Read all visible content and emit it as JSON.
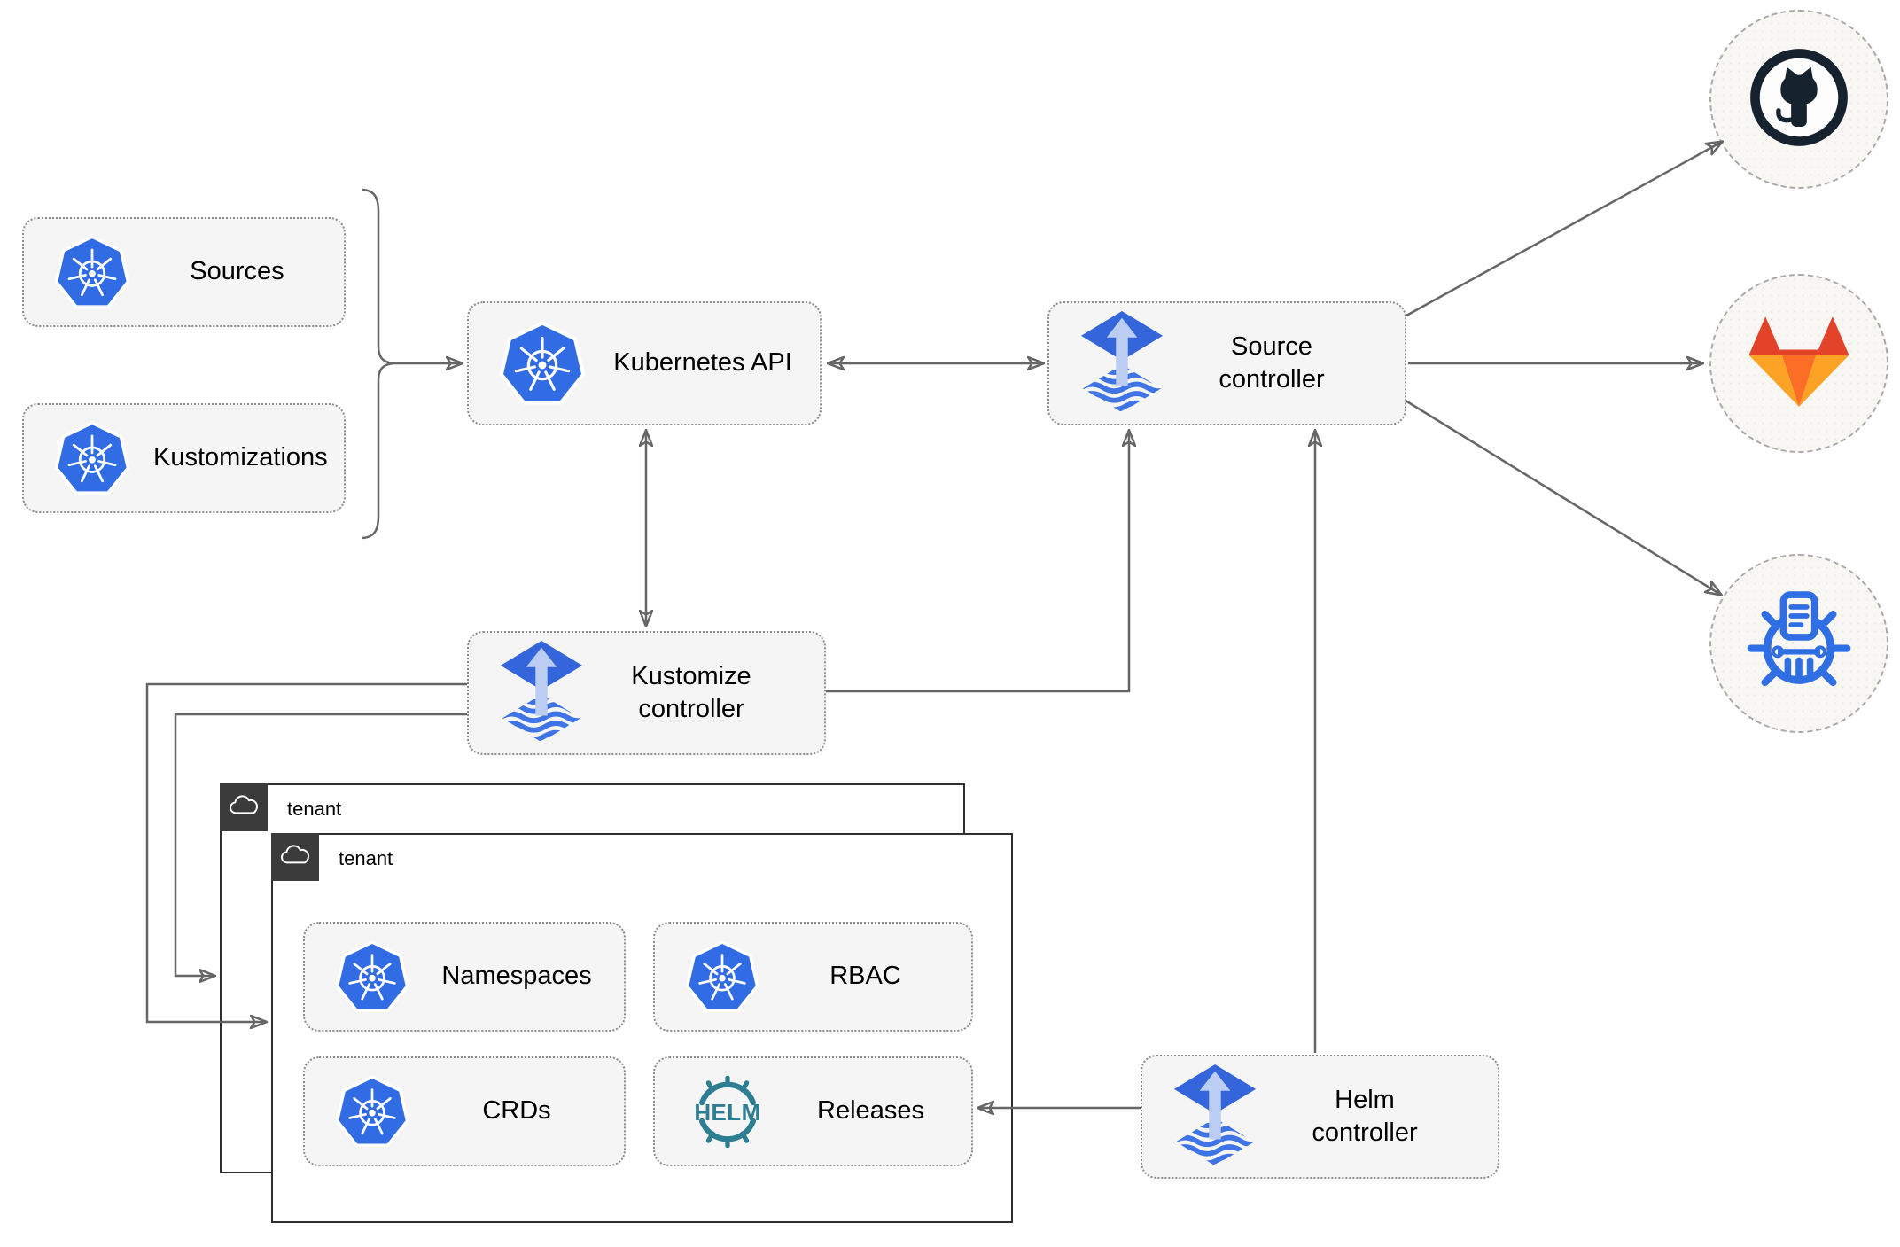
{
  "diagram": {
    "description": "Flux GitOps architecture diagram",
    "nodes": {
      "sources": {
        "label": "Sources",
        "icon": "kubernetes"
      },
      "kustomizations": {
        "label": "Kustomizations",
        "icon": "kubernetes"
      },
      "kubernetes_api": {
        "label": "Kubernetes API",
        "icon": "kubernetes"
      },
      "source_controller": {
        "label": "Source controller",
        "icon": "flux"
      },
      "kustomize_controller": {
        "label": "Kustomize controller",
        "icon": "flux"
      },
      "helm_controller": {
        "label": "Helm controller",
        "icon": "flux"
      },
      "namespaces": {
        "label": "Namespaces",
        "icon": "kubernetes"
      },
      "rbac": {
        "label": "RBAC",
        "icon": "kubernetes"
      },
      "crds": {
        "label": "CRDs",
        "icon": "kubernetes"
      },
      "releases": {
        "label": "Releases",
        "icon": "helm",
        "icon_text": "HELM"
      },
      "github": {
        "icon": "github"
      },
      "gitlab": {
        "icon": "gitlab"
      },
      "chartmuseum": {
        "icon": "chartmuseum"
      }
    },
    "groups": {
      "tenant_back": {
        "label": "tenant",
        "icon": "cloud"
      },
      "tenant_front": {
        "label": "tenant",
        "icon": "cloud"
      }
    },
    "edges": [
      {
        "from": "sources+kustomizations",
        "to": "kubernetes_api",
        "type": "bracket-arrow"
      },
      {
        "from": "kubernetes_api",
        "to": "source_controller",
        "type": "bidirectional"
      },
      {
        "from": "kubernetes_api",
        "to": "kustomize_controller",
        "type": "bidirectional"
      },
      {
        "from": "kustomize_controller",
        "to": "source_controller",
        "type": "arrow"
      },
      {
        "from": "kustomize_controller",
        "to": "tenant_front",
        "type": "arrow"
      },
      {
        "from": "kustomize_controller",
        "to": "tenant_back",
        "type": "arrow"
      },
      {
        "from": "helm_controller",
        "to": "source_controller",
        "type": "arrow"
      },
      {
        "from": "helm_controller",
        "to": "releases",
        "type": "arrow"
      },
      {
        "from": "source_controller",
        "to": "github",
        "type": "arrow"
      },
      {
        "from": "source_controller",
        "to": "gitlab",
        "type": "arrow"
      },
      {
        "from": "source_controller",
        "to": "chartmuseum",
        "type": "arrow"
      }
    ],
    "colors": {
      "kubernetes_blue": "#326CE5",
      "flux_blue": "#3565DB",
      "flux_light_arrow": "#BCCDF3",
      "helm_teal": "#2E7E93",
      "github_dark": "#16222E",
      "gitlab_red": "#E24329",
      "gitlab_orange": "#FC6D26",
      "gitlab_amber": "#FCA326",
      "chartmuseum_blue": "#2F6EE3",
      "edge_gray": "#666666",
      "node_fill": "#F5F5F5",
      "tenant_tab": "#3B3B3B"
    }
  }
}
